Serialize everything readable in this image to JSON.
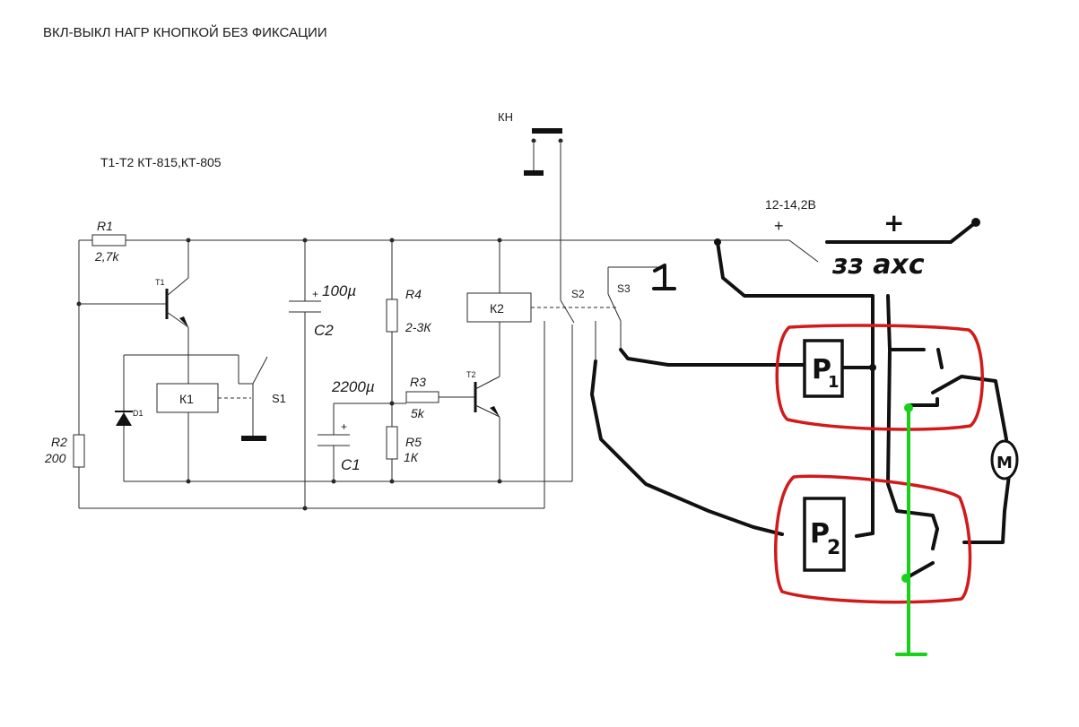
{
  "title": "ВКЛ-ВЫКЛ  НАГР КНОПКОЙ БЕЗ ФИКСАЦИИ",
  "transistor_note": "T1-T2 КТ-815,КТ-805",
  "components": {
    "kn": "КН",
    "r1_name": "R1",
    "r1_value": "2,7k",
    "r2_name": "R2",
    "r2_value": "200",
    "t1": "T1",
    "d1": "D1",
    "k1": "К1",
    "s1": "S1",
    "c2_value": "100µ",
    "c2_name": "C2",
    "c1_value": "2200µ",
    "c1_name": "C1",
    "r4_name": "R4",
    "r4_value": "2-3К",
    "r3_name": "R3",
    "r3_value": "5k",
    "r5_name": "R5",
    "r5_value": "1К",
    "k2": "К2",
    "t2": "T2",
    "s2": "S2",
    "s3": "S3"
  },
  "power": {
    "voltage": "12-14,2В",
    "plus": "+"
  },
  "handwritten": {
    "plus": "+",
    "ignition": "зз ахс",
    "one": "1",
    "p1": "P",
    "p1_sub": "1",
    "p2": "P",
    "p2_sub": "2",
    "motor": "M"
  },
  "colors": {
    "relay_outline": "#d11a1a",
    "ground_wire": "#19d11a",
    "hand_ink": "#111111",
    "schematic_line": "#2a2a2a"
  }
}
